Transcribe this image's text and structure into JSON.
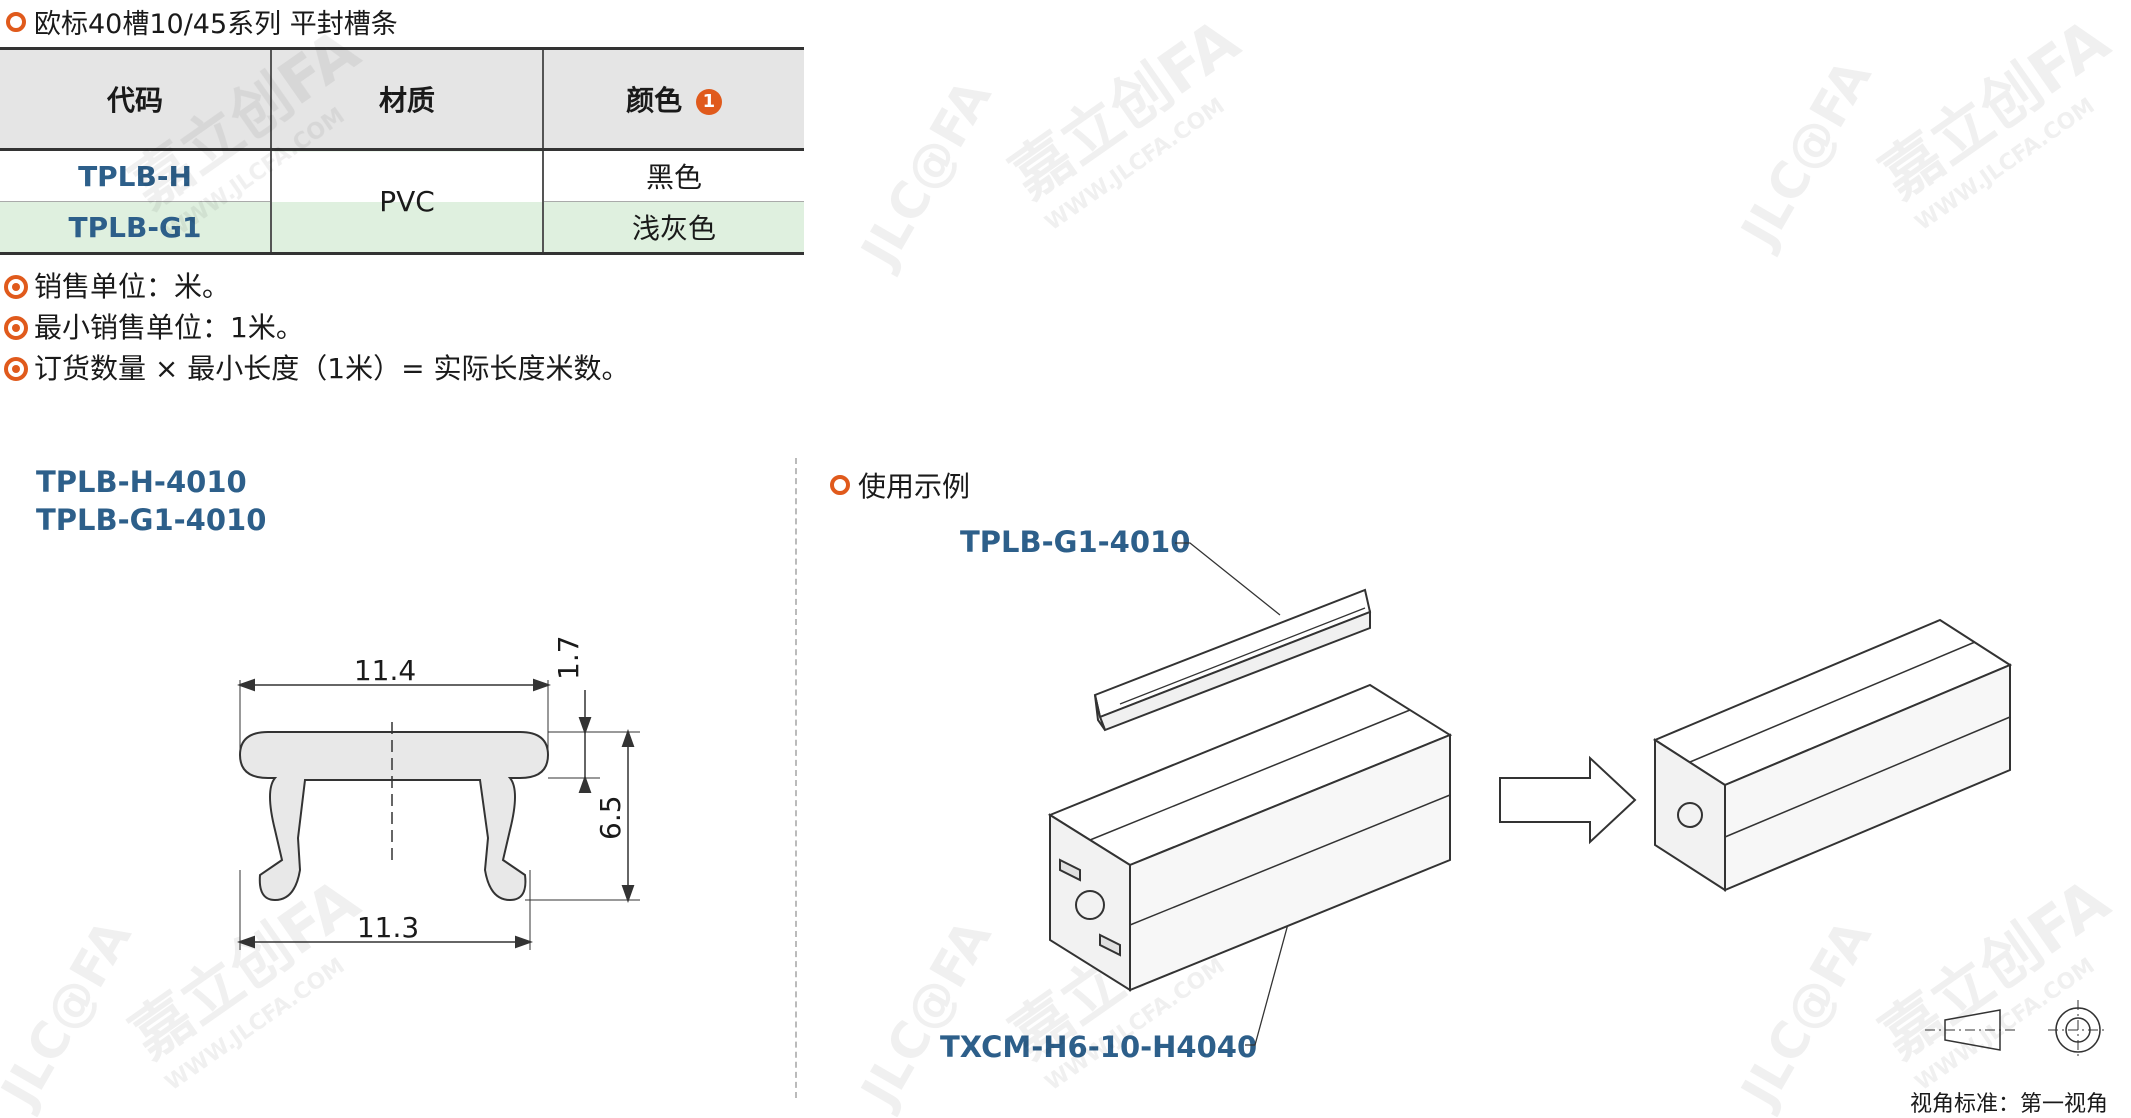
{
  "header": {
    "title": "欧标40槽10/45系列  平封槽条"
  },
  "table": {
    "col_code": "代码",
    "col_material": "材质",
    "col_color": "颜色",
    "color_note_badge": "1",
    "rows": [
      {
        "code": "TPLB-H",
        "color": "黑色"
      },
      {
        "code": "TPLB-G1",
        "color": "浅灰色"
      }
    ],
    "material": "PVC"
  },
  "notes": [
    "销售单位：米。",
    "最小销售单位：1米。",
    "订货数量 × 最小长度（1米）= 实际长度米数。"
  ],
  "drawing": {
    "codes": [
      "TPLB-H-4010",
      "TPLB-G1-4010"
    ],
    "dim_top_width": "11.4",
    "dim_bottom_width": "11.3",
    "dim_cap_thickness": "1.7",
    "dim_height": "6.5"
  },
  "usage": {
    "title": "使用示例",
    "label_strip": "TPLB-G1-4010",
    "label_profile": "TXCM-H6-10-H4040"
  },
  "view_standard": "视角标准：第一视角",
  "watermark": {
    "brand": "JLC@FA",
    "cn": "嘉立创FA",
    "url": "WWW.JLCFA.COM"
  },
  "colors": {
    "accent": "#e05a1c",
    "code_blue": "#2d5f8a",
    "header_gray": "#e5e5e5",
    "row_green": "#dff0df"
  }
}
